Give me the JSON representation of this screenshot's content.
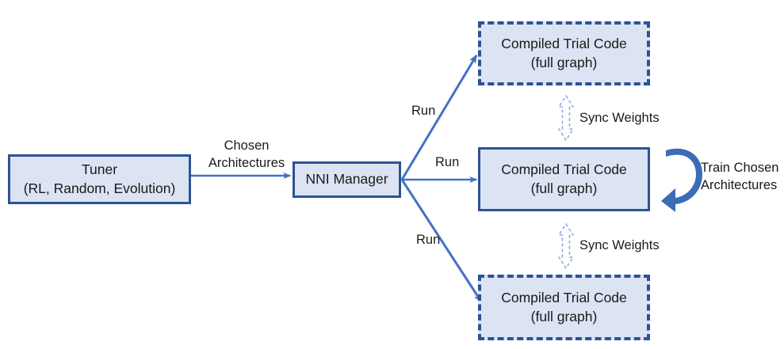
{
  "diagram": {
    "title": "NNI classic NAS architecture flow",
    "colors": {
      "box_fill": "#dce3f3",
      "box_border": "#2c5394",
      "arrow_blue": "#4472c4",
      "sync_arrow_outline": "#8faadc",
      "loop_arrow": "#3b6cb5",
      "text": "#1a1a1a"
    },
    "nodes": [
      {
        "id": "tuner",
        "line1": "Tuner",
        "line2": "(RL, Random, Evolution)",
        "style": "solid"
      },
      {
        "id": "nni-manager",
        "line1": "NNI Manager",
        "line2": "",
        "style": "solid"
      },
      {
        "id": "trial-top",
        "line1": "Compiled Trial Code",
        "line2": "(full graph)",
        "style": "dashed"
      },
      {
        "id": "trial-middle",
        "line1": "Compiled Trial Code",
        "line2": "(full graph)",
        "style": "solid"
      },
      {
        "id": "trial-bottom",
        "line1": "Compiled Trial Code",
        "line2": "(full graph)",
        "style": "dashed"
      }
    ],
    "edge_labels": {
      "chosen_architectures_line1": "Chosen",
      "chosen_architectures_line2": "Architectures",
      "run_top": "Run",
      "run_middle": "Run",
      "run_bottom": "Run",
      "sync_weights_top": "Sync Weights",
      "sync_weights_bottom": "Sync Weights",
      "train_chosen_line1": "Train Chosen",
      "train_chosen_line2": "Architectures"
    }
  }
}
